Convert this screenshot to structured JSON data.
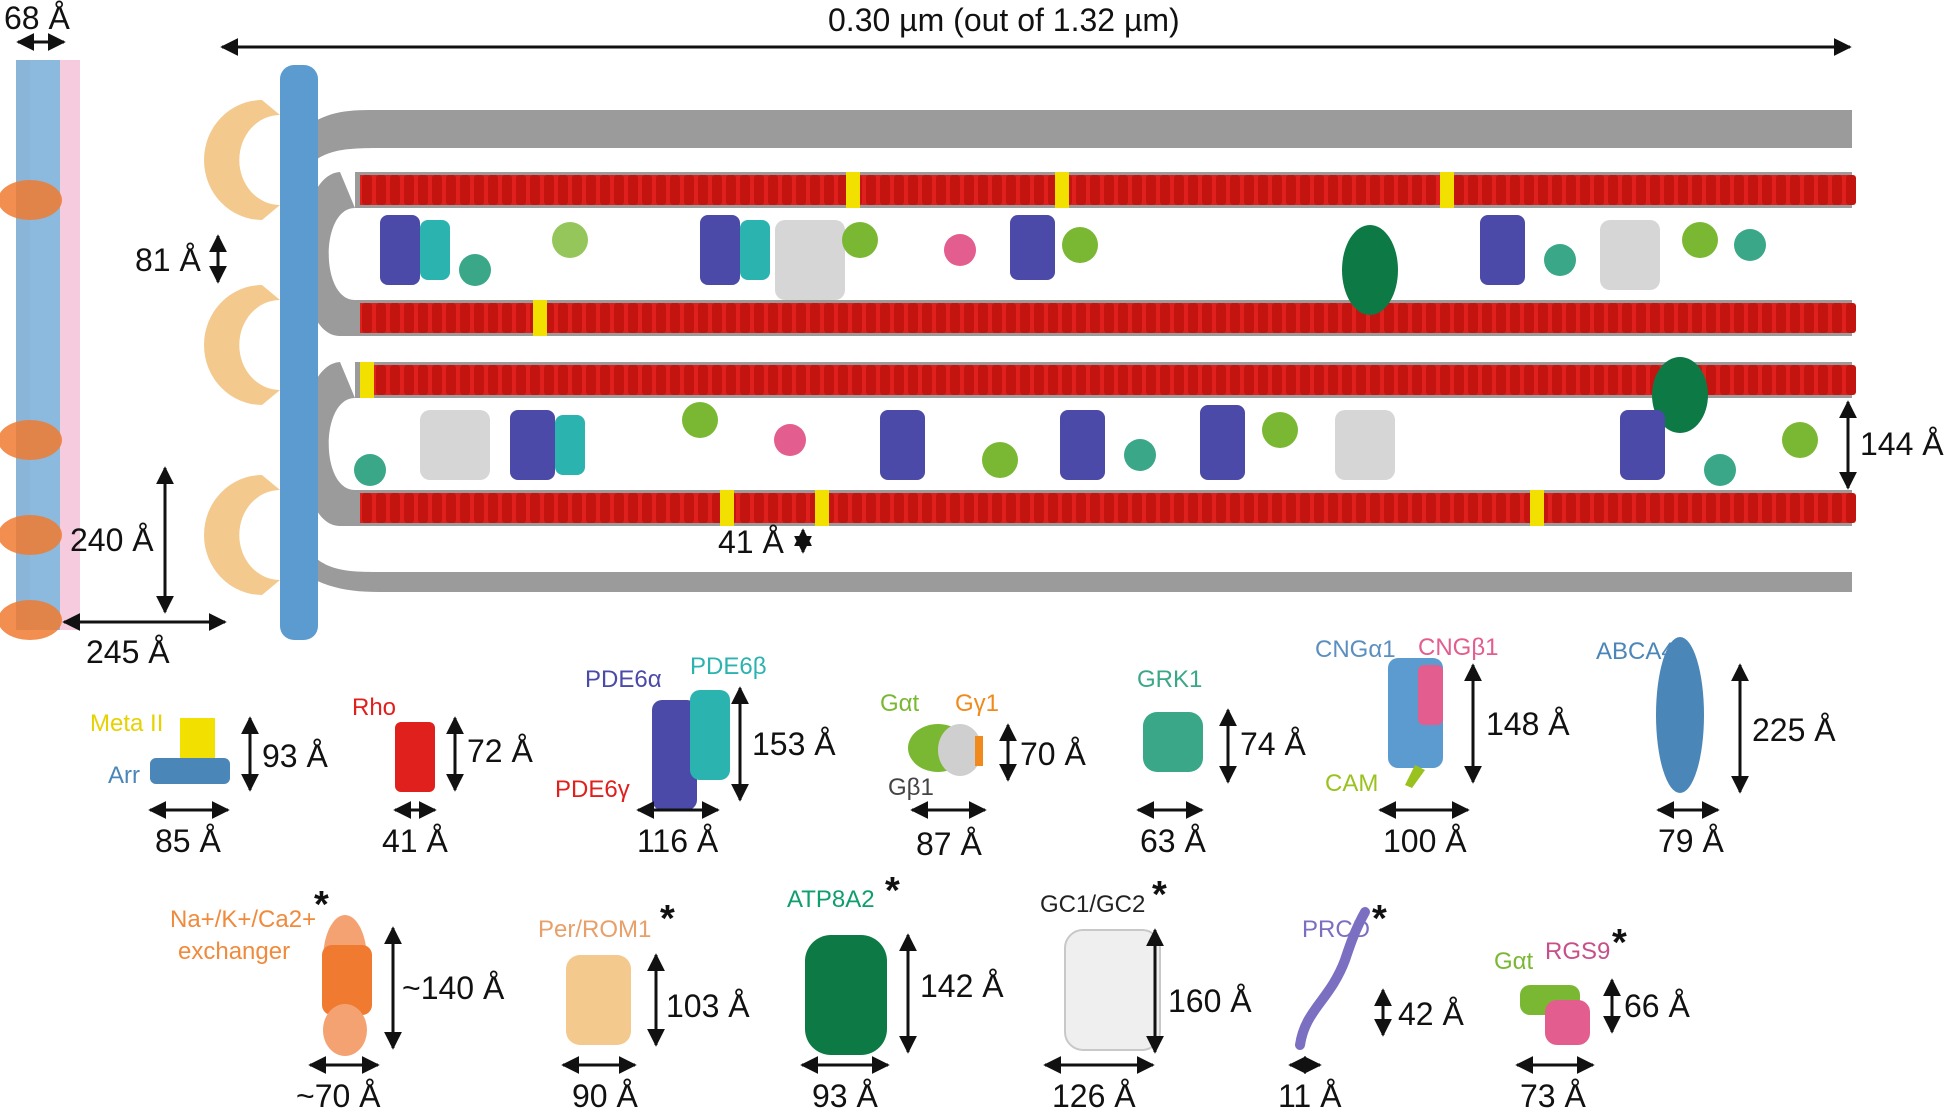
{
  "stack": {
    "top_span": "0.30 µm (out of 1.32 µm)",
    "disk_width": "68 Å",
    "disk_gap": "81 Å",
    "disk_thickness": "144 Å",
    "membrane_thickness": "41 Å",
    "rim_height": "240 Å",
    "rim_width": "245 Å"
  },
  "proteins": [
    {
      "id": "meta2-arr",
      "labels": [
        "Meta II",
        "Arr"
      ],
      "label_colors": [
        "#e6d200",
        "#4a86b8"
      ],
      "height": "93 Å",
      "width": "85 Å"
    },
    {
      "id": "rho",
      "labels": [
        "Rho"
      ],
      "label_colors": [
        "#e0201c"
      ],
      "height": "72 Å",
      "width": "41 Å"
    },
    {
      "id": "pde6",
      "labels": [
        "PDE6α",
        "PDE6β",
        "PDE6γ"
      ],
      "label_colors": [
        "#4b4aa8",
        "#2bb3b0",
        "#e0201c"
      ],
      "height": "153 Å",
      "width": "116 Å"
    },
    {
      "id": "transducin",
      "labels": [
        "Gαt",
        "Gγ1",
        "Gβ1"
      ],
      "label_colors": [
        "#7ab833",
        "#f08a1c",
        "#444444"
      ],
      "height": "70 Å",
      "width": "87 Å"
    },
    {
      "id": "grk1",
      "labels": [
        "GRK1"
      ],
      "label_colors": [
        "#3aa888"
      ],
      "height": "74 Å",
      "width": "63 Å"
    },
    {
      "id": "cng",
      "labels": [
        "CNGα1",
        "CNGβ1",
        "CAM"
      ],
      "label_colors": [
        "#5b8fc0",
        "#e35d8e",
        "#9ac21e"
      ],
      "height": "148 Å",
      "width": "100 Å"
    },
    {
      "id": "abca4",
      "labels": [
        "ABCA4"
      ],
      "label_colors": [
        "#4a86b8"
      ],
      "height": "225 Å",
      "width": "79 Å"
    },
    {
      "id": "exchanger",
      "labels": [
        "Na+/K+/Ca2+",
        "exchanger"
      ],
      "label_colors": [
        "#f08a3c",
        "#f08a3c"
      ],
      "height": "~140 Å",
      "width": "~70 Å",
      "star": "*"
    },
    {
      "id": "per-rom1",
      "labels": [
        "Per/ROM1"
      ],
      "label_colors": [
        "#e8a06a"
      ],
      "height": "103 Å",
      "width": "90 Å",
      "star": "*"
    },
    {
      "id": "atp8a2",
      "labels": [
        "ATP8A2"
      ],
      "label_colors": [
        "#0f9e6e"
      ],
      "height": "142 Å",
      "width": "93 Å",
      "star": "*"
    },
    {
      "id": "gc",
      "labels": [
        "GC1/GC2"
      ],
      "label_colors": [
        "#222222"
      ],
      "height": "160 Å",
      "width": "126 Å",
      "star": "*"
    },
    {
      "id": "prcd",
      "labels": [
        "PRCD"
      ],
      "label_colors": [
        "#7b6fc2"
      ],
      "height": "42 Å",
      "width": "11 Å",
      "star": "*"
    },
    {
      "id": "gat-rgs9",
      "labels": [
        "Gαt",
        "RGS9"
      ],
      "label_colors": [
        "#7ab833",
        "#c8508a"
      ],
      "height": "66 Å",
      "width": "73 Å",
      "star": "*"
    }
  ],
  "colors": {
    "rhodopsin": "#e0201c",
    "membrane": "#9b9b9b",
    "meta2": "#f2e000",
    "rim_peripherin": "#f3c98e",
    "rim_cng": "#5b9bd0",
    "exchanger": "#f07a30",
    "pde": "#4b4aa8",
    "pde_beta": "#2bb3b0",
    "transducin": "#7ab833",
    "grk1": "#3aa888",
    "atp8a2": "#0d7a45",
    "gc": "#bdbdbd",
    "rgs9": "#e35d8e",
    "arrow": "#111111"
  }
}
